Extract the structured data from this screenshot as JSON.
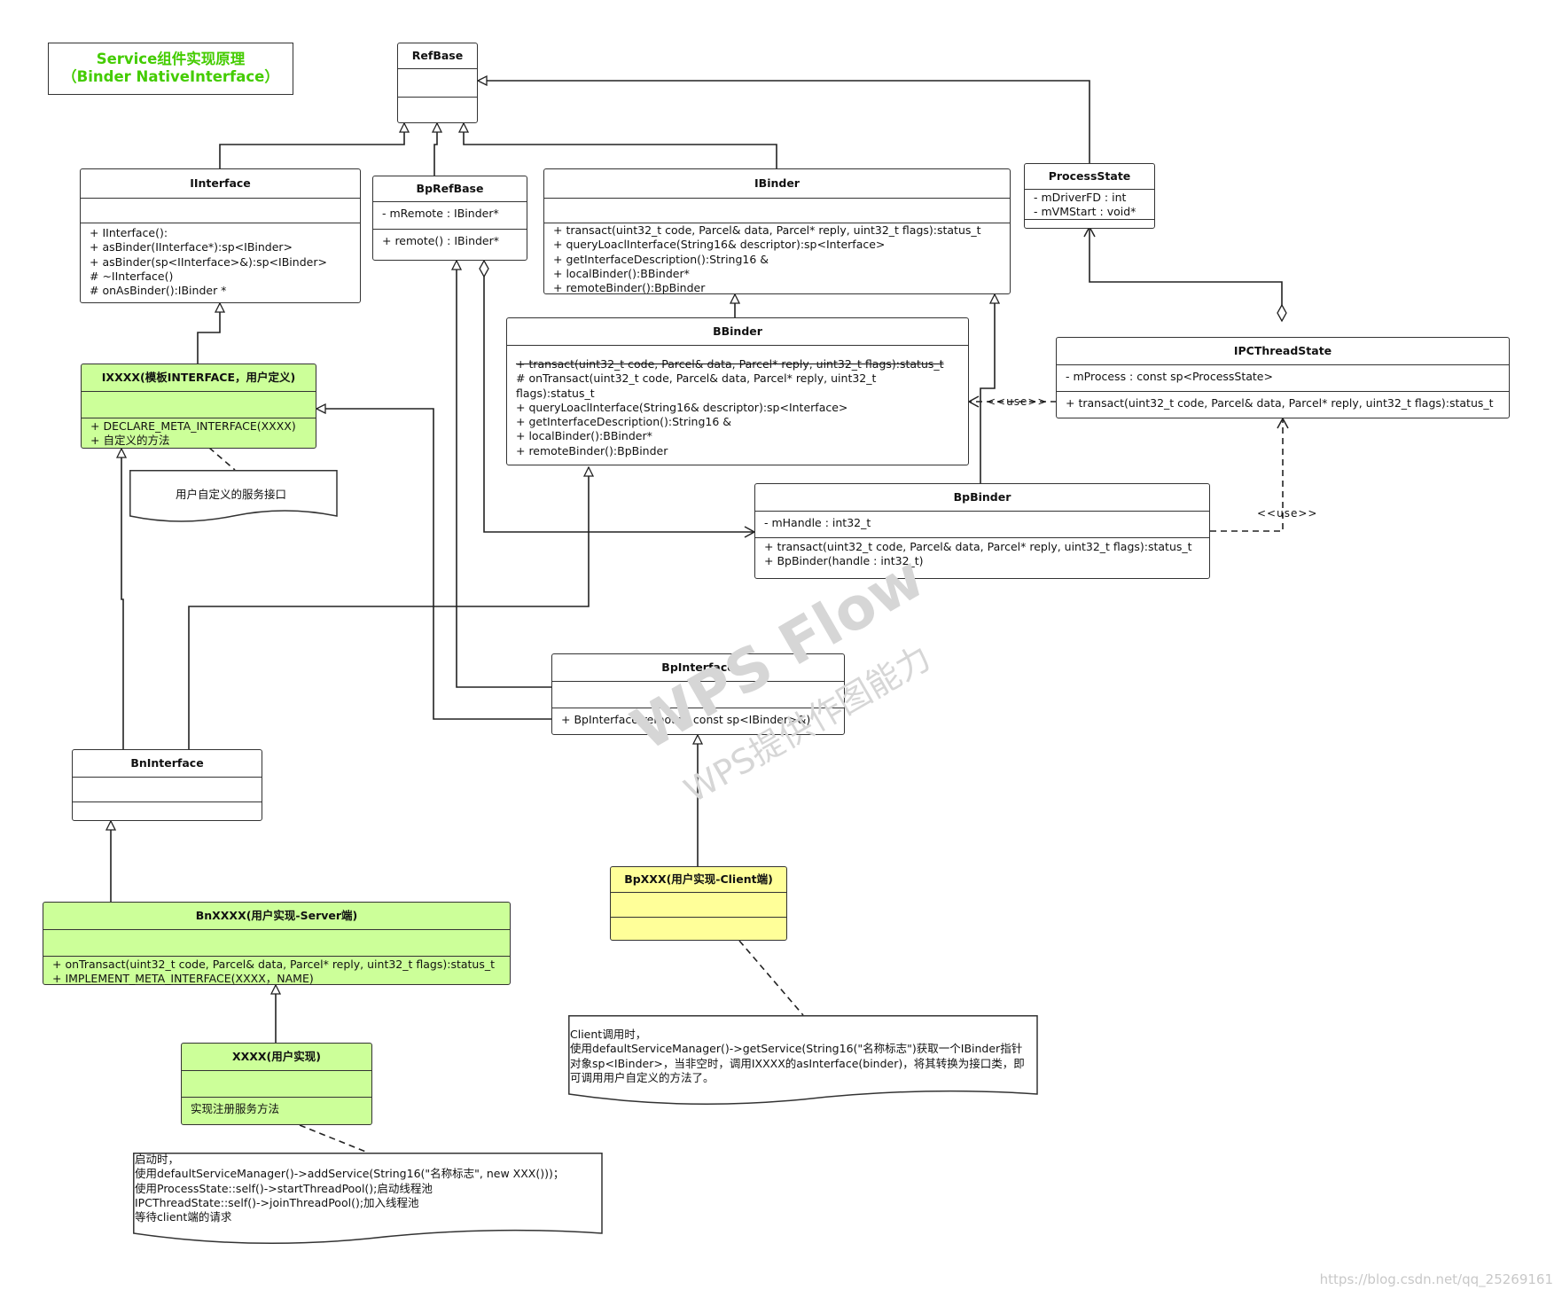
{
  "title": {
    "line1": "Service组件实现原理",
    "line2": "（Binder NativeInterface）"
  },
  "classes": {
    "refbase": {
      "name": "RefBase"
    },
    "iinterface": {
      "name": "IInterface",
      "methods": [
        "+ IInterface():",
        "+ asBinder(IInterface*):sp<IBinder>",
        "+ asBinder(sp<IInterface>&):sp<IBinder>",
        "# ~IInterface()",
        "# onAsBinder():IBinder *"
      ]
    },
    "bprefbase": {
      "name": "BpRefBase",
      "attrs": [
        "- mRemote : IBinder*"
      ],
      "methods": [
        "+ remote() : IBinder*"
      ]
    },
    "ibinder": {
      "name": "IBinder",
      "methods": [
        "+ transact(uint32_t code, Parcel& data, Parcel* reply, uint32_t flags):status_t",
        "+ queryLoaclInterface(String16& descriptor):sp<Interface>",
        "+ getInterfaceDescription():String16 &",
        "+ localBinder():BBinder*",
        "+ remoteBinder():BpBinder"
      ]
    },
    "processstate": {
      "name": "ProcessState",
      "attrs": [
        "- mDriverFD : int",
        "- mVMStart : void*"
      ]
    },
    "bbinder": {
      "name": "BBinder",
      "methods": [
        "+ transact(uint32_t code, Parcel& data, Parcel* reply, uint32_t flags):status_t",
        "# onTransact(uint32_t code, Parcel& data, Parcel* reply, uint32_t",
        "flags):status_t",
        "+ queryLoaclInterface(String16& descriptor):sp<Interface>",
        "+ getInterfaceDescription():String16 &",
        "+ localBinder():BBinder*",
        "+ remoteBinder():BpBinder"
      ]
    },
    "ipcthreadstate": {
      "name": "IPCThreadState",
      "attrs": [
        "- mProcess : const sp<ProcessState>"
      ],
      "methods": [
        "+ transact(uint32_t code, Parcel& data, Parcel* reply, uint32_t flags):status_t"
      ]
    },
    "ixxxx": {
      "name": "IXXXX(模板INTERFACE，用户定义)",
      "methods": [
        "+ DECLARE_META_INTERFACE(XXXX)",
        "+ 自定义的方法"
      ]
    },
    "bpbinder": {
      "name": "BpBinder",
      "attrs": [
        "- mHandle : int32_t"
      ],
      "methods": [
        "+ transact(uint32_t code, Parcel& data, Parcel* reply, uint32_t flags):status_t",
        "+ BpBinder(handle : int32_t)"
      ]
    },
    "bpinterface": {
      "name": "BpInterface",
      "methods": [
        "+ BpInterface(remote : const sp<IBinder>&)"
      ]
    },
    "bninterface": {
      "name": "BnInterface"
    },
    "bnxxxx": {
      "name": "BnXXXX(用户实现-Server端)",
      "methods": [
        "+ onTransact(uint32_t code, Parcel& data, Parcel* reply, uint32_t flags):status_t",
        "+ IMPLEMENT_META_INTERFACE(XXXX，NAME)"
      ]
    },
    "bpxxx": {
      "name": "BpXXX(用户实现-Client端)"
    },
    "xxxx": {
      "name": "XXXX(用户实现)",
      "methods": [
        "实现注册服务方法"
      ]
    }
  },
  "notes": {
    "iface_note": [
      "用户自定义的服务接口"
    ],
    "client_note": [
      "Client调用时，",
      "使用defaultServiceManager()->getService(String16(\"名称标志\")获取一个IBinder指针",
      "对象sp<IBinder>，当非空时，调用IXXXX的asInterface(binder)，将其转换为接口类，即",
      "可调用用户自定义的方法了。"
    ],
    "server_note": [
      "启动时，",
      "使用defaultServiceManager()->addService(String16(\"名称标志\", new XXX()))；",
      "使用ProcessState::self()->startThreadPool();启动线程池",
      "IPCThreadState::self()->joinThreadPool();加入线程池",
      "等待client端的请求"
    ]
  },
  "edge_labels": {
    "use1": "<<use>>",
    "use2": "<<use>>"
  },
  "watermark": {
    "line1": "WPS Flow",
    "line2": "WPS提供作图能力"
  },
  "footer_url": "https://blog.csdn.net/qq_25269161"
}
